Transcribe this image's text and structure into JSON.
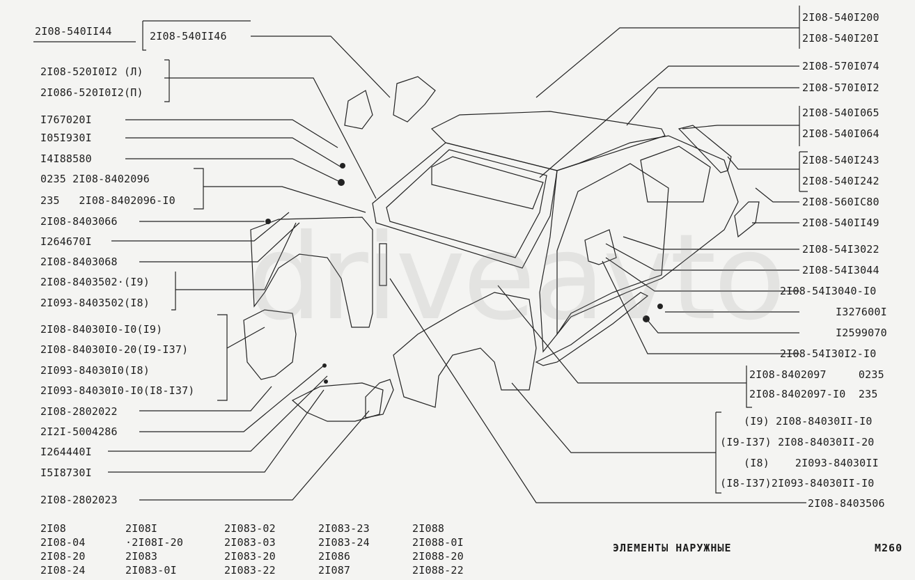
{
  "page": {
    "title": "ЭЛЕМЕНТЫ НАРУЖНЫЕ",
    "page_code": "M260",
    "watermark": "driveavto"
  },
  "left_labels": [
    "2I08-540II46",
    "2I08-520I0I2 (Л)",
    "2I086-520I0I2(П)",
    "I767020I",
    "I05I930I",
    "I4I88580",
    "0235 2I08-8402096",
    "235   2I08-8402096-I0",
    "2I08-8403066",
    "I264670I",
    "2I08-8403068",
    "2I08-8403502·(I9)",
    "2I093-8403502(I8)",
    "2I08-84030I0-I0(I9)",
    "2I08-84030I0-20(I9-I37)",
    "2I093-84030I0(I8)",
    "2I093-84030I0-I0(I8-I37)",
    "2I08-2802022",
    "2I2I-5004286",
    "I264440I",
    "I5I8730I",
    "2I08-2802023"
  ],
  "top_left_label": "2I08-540II44",
  "right_labels": [
    "2I08-540I200",
    "2I08-540I20I",
    "2I08-570I074",
    "2I08-570I0I2",
    "2I08-540I065",
    "2I08-540I064",
    "2I08-540I243",
    "2I08-540I242",
    "2I08-560IC80",
    "2I08-540II49",
    "2I08-54I3022",
    "2I08-54I3044",
    "2I08-54I3040-I0",
    "I327600I",
    "I2599070",
    "2I08-54I30I2-I0",
    "2I08-8402097     0235",
    "2I08-8402097-I0  235",
    "(I9) 2I08-84030II-I0",
    "(I9-I37) 2I08-84030II-20",
    "(I8)    2I093-84030II",
    "(I8-I37)2I093-84030II-I0",
    "2I08-8403506"
  ],
  "models": [
    [
      "2I08",
      "2I08-04",
      "2I08-20",
      "2I08-24"
    ],
    [
      "2I08I",
      "·2I08I-20",
      "2I083",
      "2I083-0I"
    ],
    [
      "2I083-02",
      "2I083-03",
      "2I083-20",
      "2I083-22"
    ],
    [
      "2I083-23",
      "2I083-24",
      "2I086",
      "2I087"
    ],
    [
      "2I088",
      "2I088-0I",
      "2I088-20",
      "2I088-22"
    ]
  ]
}
